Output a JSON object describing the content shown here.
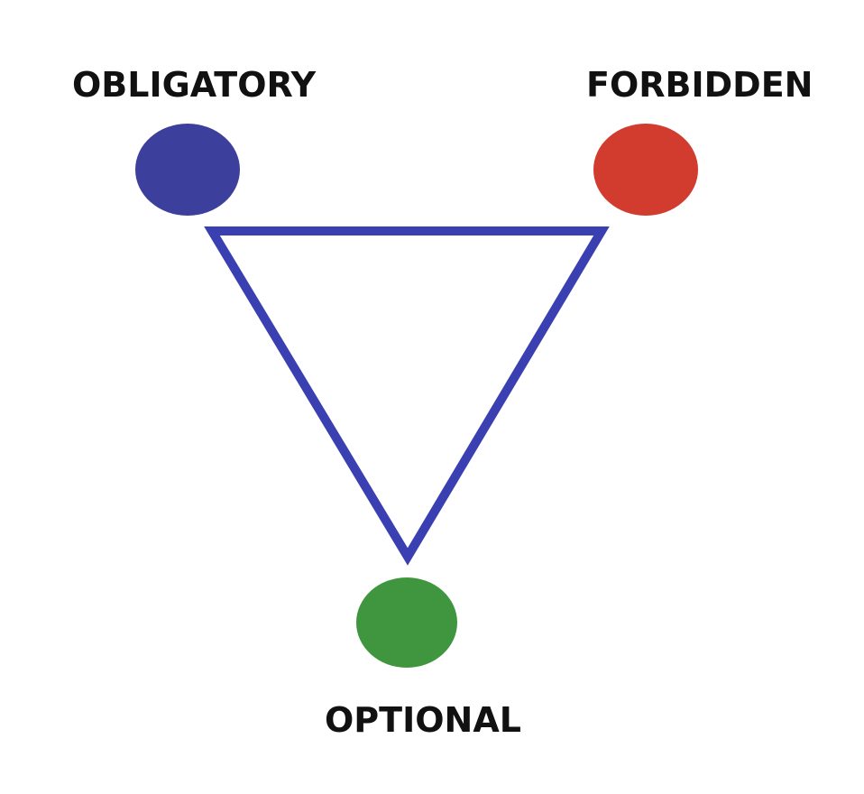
{
  "labels": {
    "obligatory": "OBLIGATORY",
    "forbidden": "FORBIDDEN",
    "optional": "OPTIONAL"
  },
  "colors": {
    "obligatory": "#3c3f9c",
    "forbidden": "#d13c2f",
    "optional": "#3f963f",
    "triangle": "#3a3fb2"
  }
}
